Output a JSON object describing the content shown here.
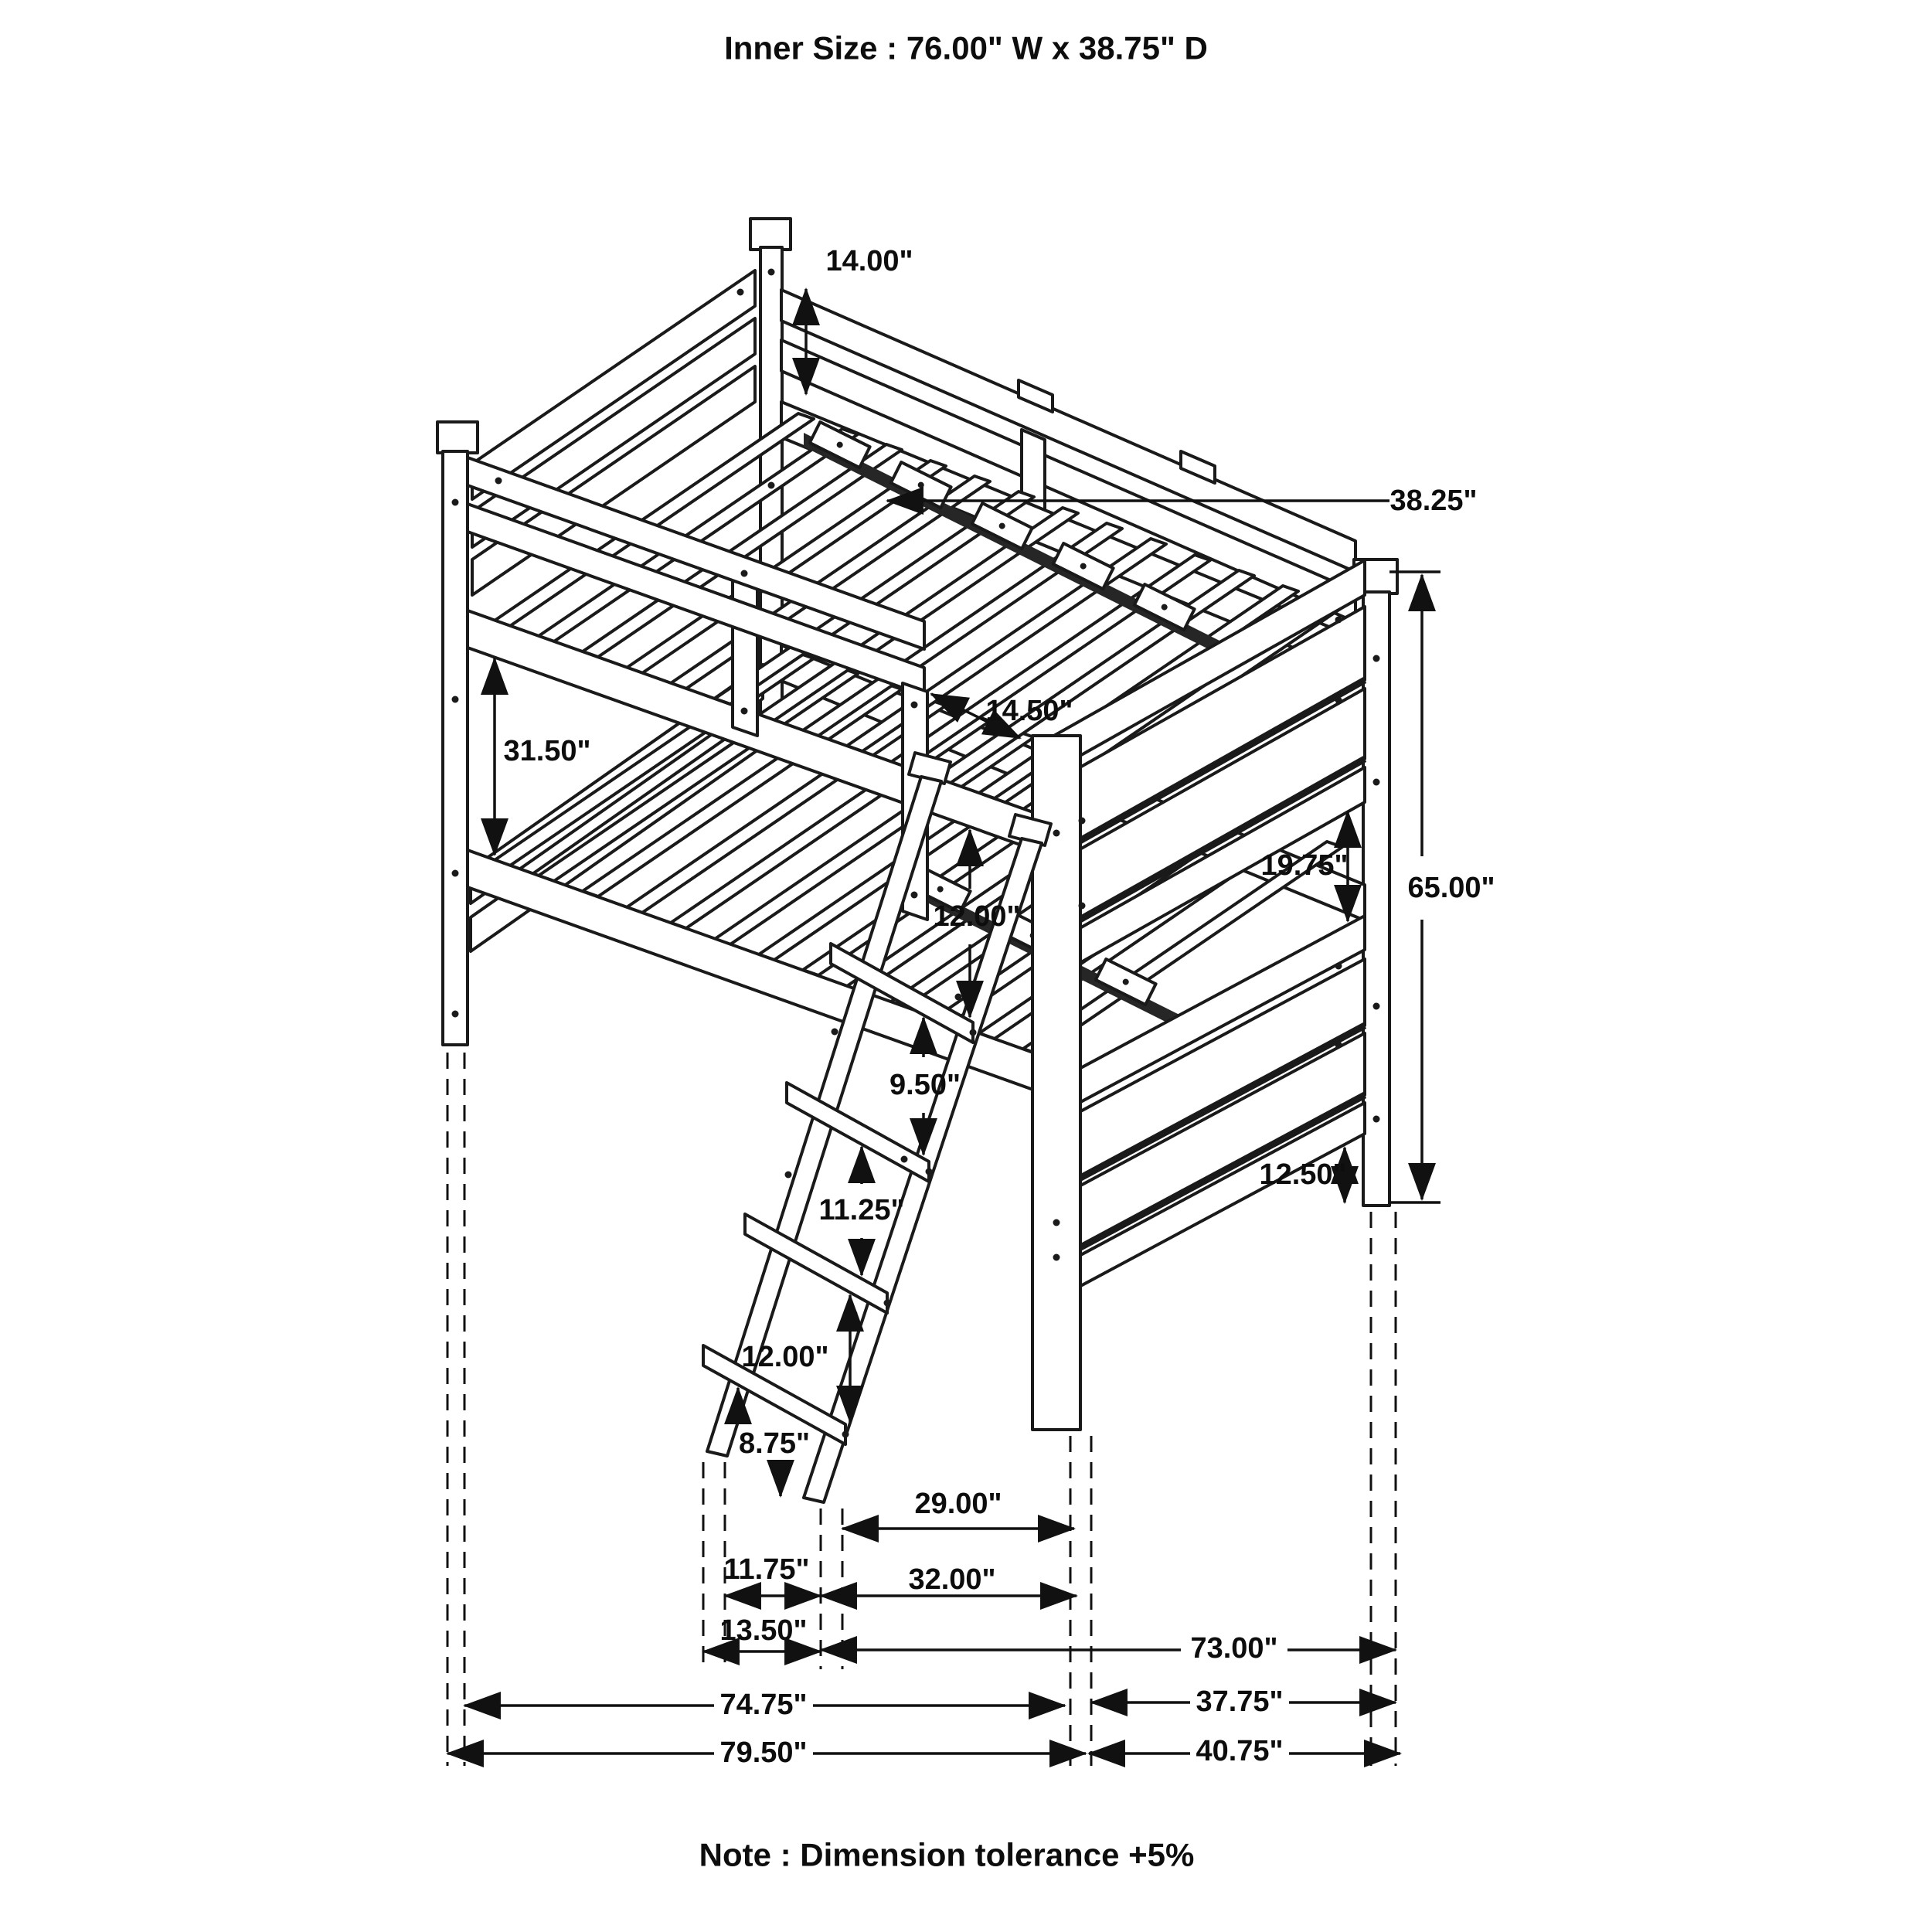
{
  "title": "Inner Size : 76.00\" W x 38.75\" D",
  "note": "Note : Dimension tolerance +5%",
  "colors": {
    "line": "#1a1a1a",
    "background": "#ffffff"
  },
  "dimensions": {
    "headboard_rails_height": "14.00\"",
    "inner_depth_top": "38.25\"",
    "bunk_clearance": "31.50\"",
    "guardrail_height": "14.50\"",
    "footboard_gap": "19.75\"",
    "overall_height": "65.00\"",
    "ladder_step_gap_1": "12.00\"",
    "ladder_step_gap_2": "9.50\"",
    "ladder_step_gap_3": "11.25\"",
    "ladder_step_gap_4": "12.00\"",
    "ladder_step_gap_5": "8.75\"",
    "leg_clearance": "12.50\"",
    "ladder_foot_to_post": "29.00\"",
    "ladder_feet_width_inner": "11.75\"",
    "ladder_foot_span": "32.00\"",
    "ladder_feet_width_outer": "13.50\"",
    "inner_length": "73.00\"",
    "frame_length": "74.75\"",
    "frame_depth": "37.75\"",
    "overall_length": "79.50\"",
    "overall_depth": "40.75\""
  }
}
